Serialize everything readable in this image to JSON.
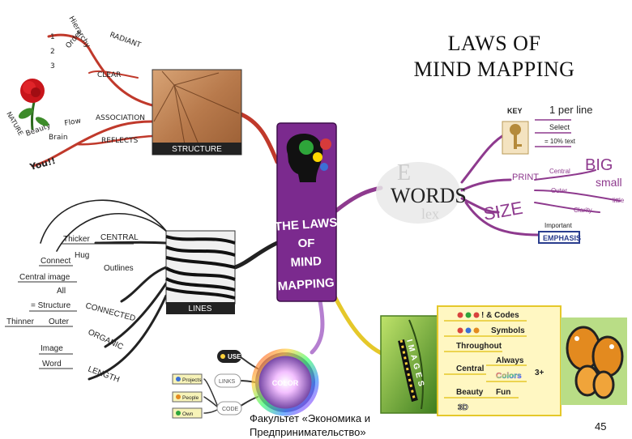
{
  "slide": {
    "title_line1": "LAWS OF",
    "title_line2": "MIND MAPPING",
    "footer_left_line1": "Факультет «Экономика и",
    "footer_left_line2": "Предпринимательство»",
    "page_number": "45"
  },
  "center": {
    "line1": "THE LAWS",
    "line2": "OF",
    "line3": "MIND",
    "line4": "MAPPING"
  },
  "structure": {
    "label": "STRUCTURE",
    "items": [
      "RADIANT",
      "CLEAR",
      "ASSOCIATION",
      "REFLECTS"
    ],
    "numbers": [
      "1",
      "2",
      "3"
    ],
    "small_words": [
      "Hierarchy",
      "Order",
      "Flow",
      "Brain"
    ],
    "nature": "NATURE",
    "beauty": "Beauty",
    "you": "You!!"
  },
  "lines": {
    "label": "LINES",
    "central": "CENTRAL",
    "thicker": "Thicker",
    "hug": "Hug",
    "connect": "Connect",
    "outlines": "Outlines",
    "central_image": "Central image",
    "all": "All",
    "structure": "= Structure",
    "thinner": "Thinner",
    "outer": "Outer",
    "connected": "CONNECTED",
    "organic": "ORGANIC",
    "image": "Image",
    "word": "Word",
    "length": "LENGTH"
  },
  "words": {
    "label": "WORDS",
    "key": "KEY",
    "one_per_line": "1 per line",
    "select": "Select",
    "percent": "= 10% text",
    "print": "PRINT",
    "size": "SIZE",
    "central": "Central",
    "big": "BIG",
    "outer": "Outer",
    "small": "small",
    "little": "little",
    "clarity": "Clarity",
    "important": "Important",
    "emphasis": "EMPHASIS"
  },
  "images": {
    "label": "IMAGES",
    "codes": "! & Codes",
    "symbols": "Symbols",
    "throughout": "Throughout",
    "central": "Central",
    "always": "Always",
    "colors": "Colors",
    "three_plus": "3+",
    "beauty": "Beauty",
    "fun": "Fun",
    "three_d": "3D"
  },
  "color": {
    "label": "COLOR",
    "use": "USE",
    "links": "LINKS",
    "code": "CODE",
    "projects": "Projects",
    "people": "People",
    "own": "Own"
  },
  "colors": {
    "center_purple": "#7b2a8e",
    "structure_branch": "#c0392b",
    "lines_branch": "#222222",
    "words_branch": "#8e3a8e",
    "images_branch": "#e5c82a",
    "color_branch": "#b57fd0"
  }
}
